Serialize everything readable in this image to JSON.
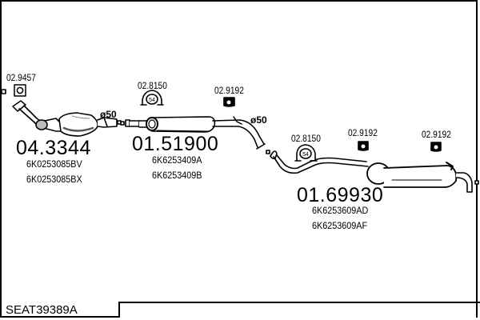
{
  "diagram_title": "SEAT39389A",
  "parts": [
    {
      "id": "catalyst",
      "part_number": "04.3344",
      "oem_numbers": [
        "6K0253085BV",
        "6K0253085BX"
      ],
      "accessories": [
        {
          "ref": "02.9457",
          "icon": "gasket-icon"
        }
      ],
      "diameter_label": "ø50"
    },
    {
      "id": "middle-silencer",
      "part_number": "01.51900",
      "oem_numbers": [
        "6K6253409A",
        "6K6253409B"
      ],
      "accessories": [
        {
          "ref": "02.8150",
          "icon": "clamp-54-icon",
          "clamp_size": "54"
        },
        {
          "ref": "02.9192",
          "icon": "rubber-hanger-icon"
        }
      ],
      "diameter_label": "ø50"
    },
    {
      "id": "rear-silencer",
      "part_number": "01.69930",
      "oem_numbers": [
        "6K6253609AD",
        "6K6253609AF"
      ],
      "accessories": [
        {
          "ref": "02.8150",
          "icon": "clamp-54-icon",
          "clamp_size": "54"
        },
        {
          "ref": "02.9192",
          "icon": "rubber-hanger-icon"
        },
        {
          "ref": "02.9192",
          "icon": "rubber-hanger-icon"
        }
      ]
    }
  ]
}
